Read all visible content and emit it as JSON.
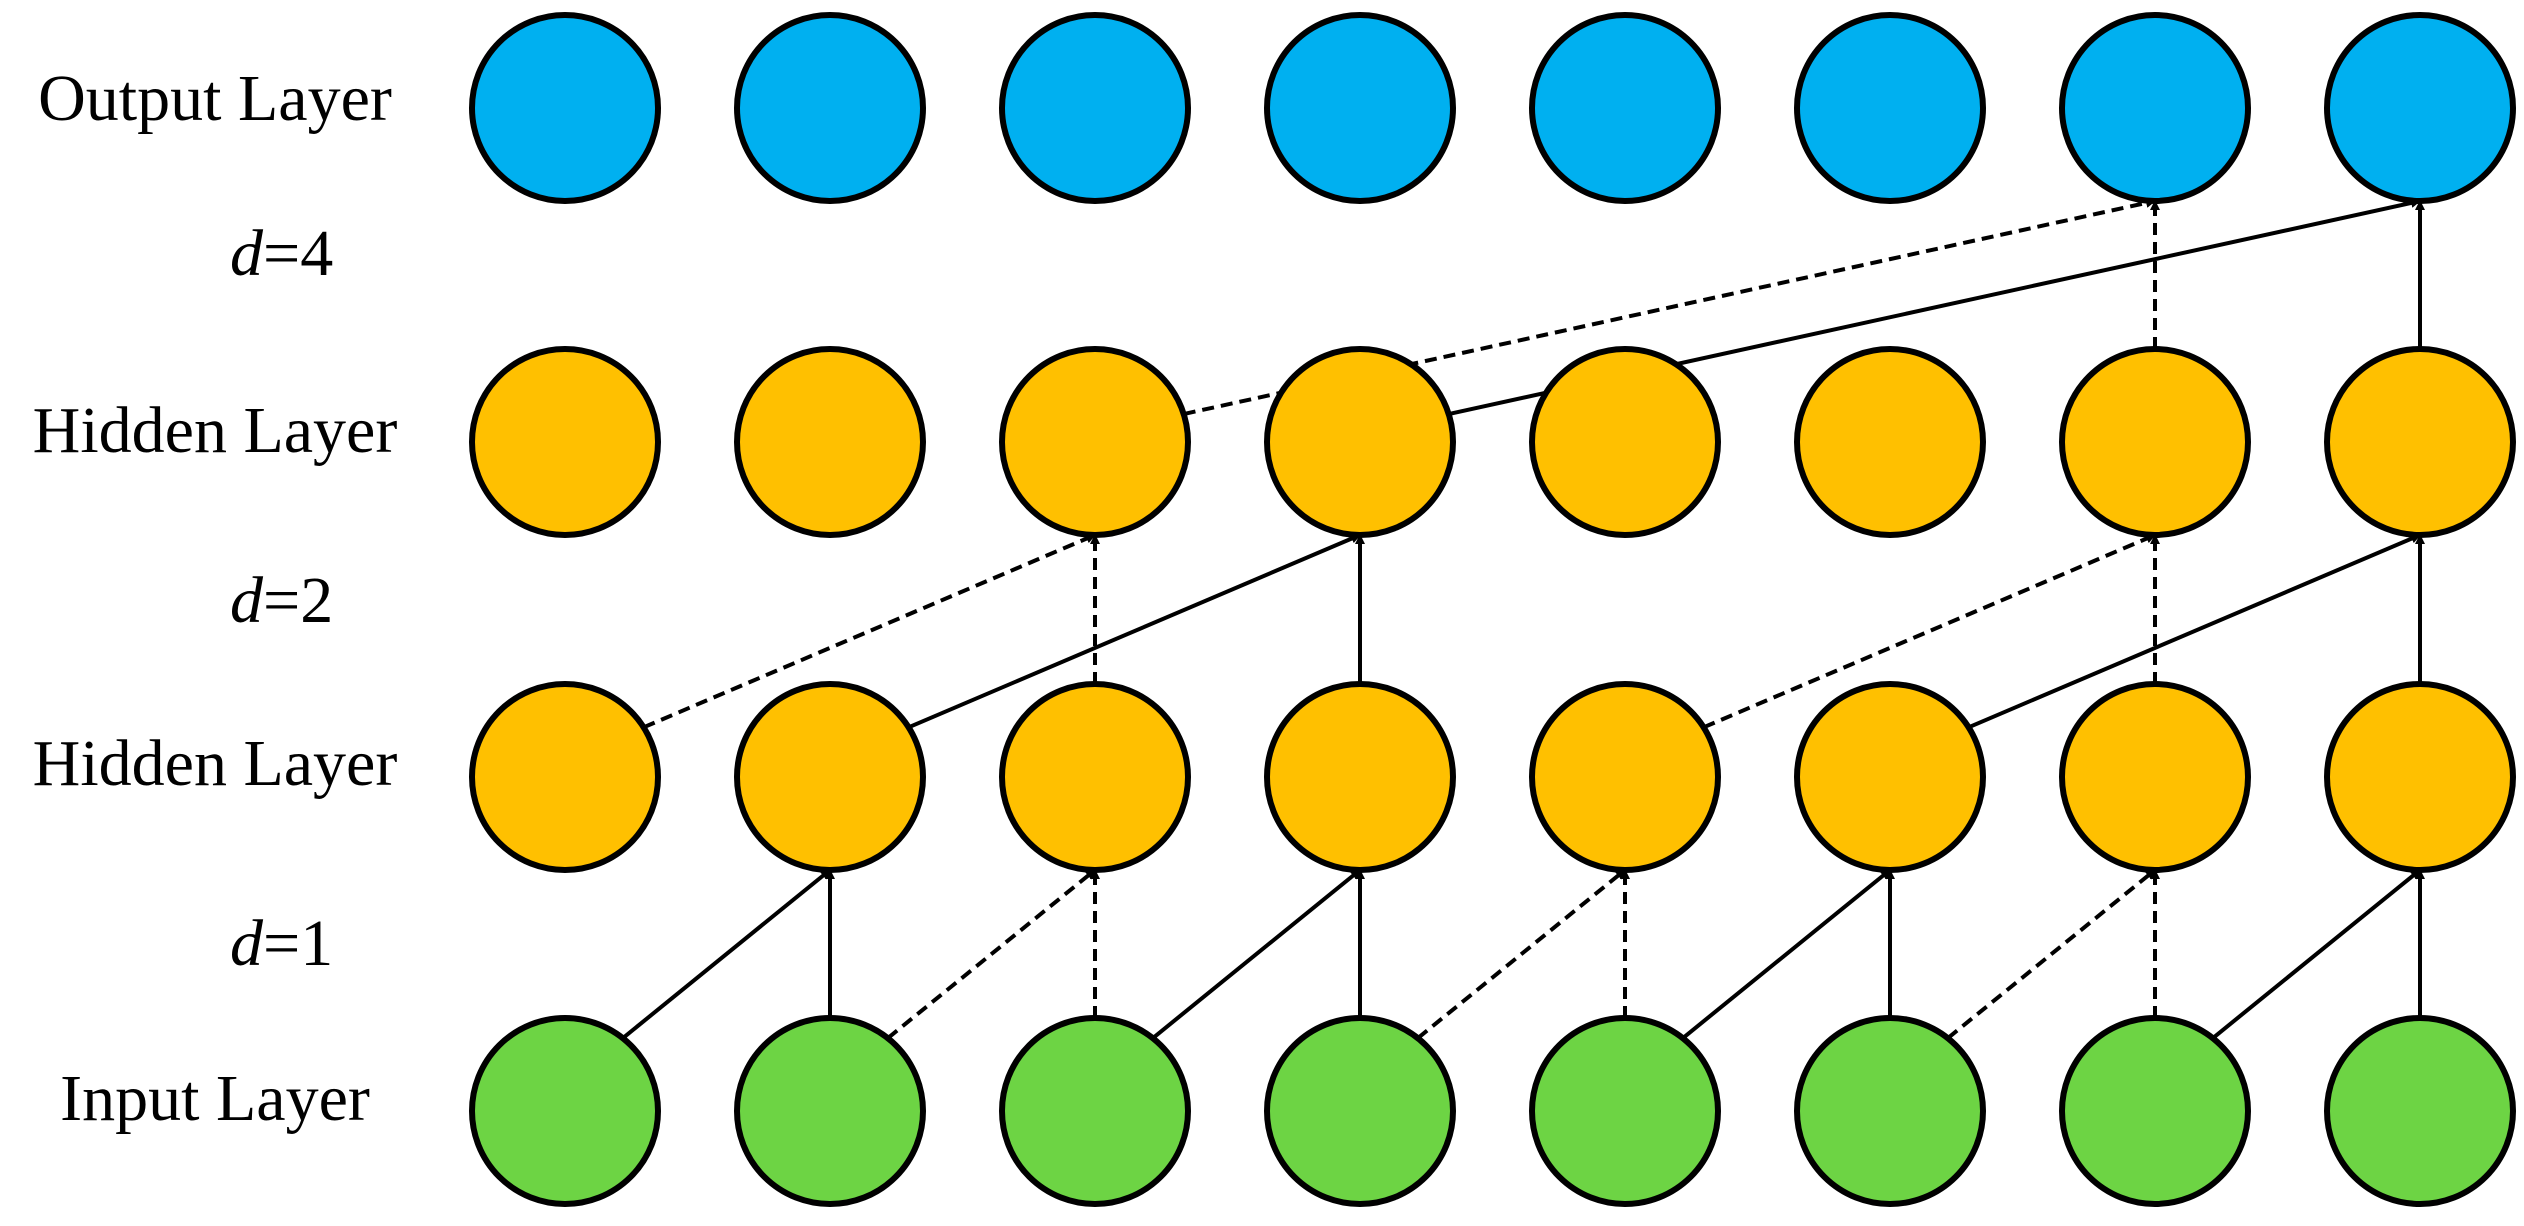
{
  "layers": [
    {
      "key": "output",
      "label": "Output Layer",
      "color": "#00B0F0",
      "nodes": 8
    },
    {
      "key": "hidden2",
      "label": "Hidden Layer",
      "color": "#FFC000",
      "nodes": 8
    },
    {
      "key": "hidden1",
      "label": "Hidden Layer",
      "color": "#FFC000",
      "nodes": 8
    },
    {
      "key": "input",
      "label": "Input Layer",
      "color": "#6DD444",
      "nodes": 8
    }
  ],
  "dilations": [
    {
      "var": "d",
      "value": "=4"
    },
    {
      "var": "d",
      "value": "=2"
    },
    {
      "var": "d",
      "value": "=1"
    }
  ],
  "connections": {
    "input_to_hidden1": [
      {
        "from": 0,
        "to": 1,
        "style": "solid"
      },
      {
        "from": 1,
        "to": 1,
        "style": "solid"
      },
      {
        "from": 1,
        "to": 2,
        "style": "dashed"
      },
      {
        "from": 2,
        "to": 2,
        "style": "dashed"
      },
      {
        "from": 2,
        "to": 3,
        "style": "solid"
      },
      {
        "from": 3,
        "to": 3,
        "style": "solid"
      },
      {
        "from": 3,
        "to": 4,
        "style": "dashed"
      },
      {
        "from": 4,
        "to": 4,
        "style": "dashed"
      },
      {
        "from": 4,
        "to": 5,
        "style": "solid"
      },
      {
        "from": 5,
        "to": 5,
        "style": "solid"
      },
      {
        "from": 5,
        "to": 6,
        "style": "dashed"
      },
      {
        "from": 6,
        "to": 6,
        "style": "dashed"
      },
      {
        "from": 6,
        "to": 7,
        "style": "solid"
      },
      {
        "from": 7,
        "to": 7,
        "style": "solid"
      }
    ],
    "hidden1_to_hidden2": [
      {
        "from": 0,
        "to": 2,
        "style": "dashed"
      },
      {
        "from": 2,
        "to": 2,
        "style": "dashed"
      },
      {
        "from": 1,
        "to": 3,
        "style": "solid"
      },
      {
        "from": 3,
        "to": 3,
        "style": "solid"
      },
      {
        "from": 4,
        "to": 6,
        "style": "dashed"
      },
      {
        "from": 6,
        "to": 6,
        "style": "dashed"
      },
      {
        "from": 5,
        "to": 7,
        "style": "solid"
      },
      {
        "from": 7,
        "to": 7,
        "style": "solid"
      }
    ],
    "hidden2_to_output": [
      {
        "from": 2,
        "to": 6,
        "style": "dashed"
      },
      {
        "from": 6,
        "to": 6,
        "style": "dashed"
      },
      {
        "from": 3,
        "to": 7,
        "style": "solid"
      },
      {
        "from": 7,
        "to": 7,
        "style": "solid"
      }
    ]
  }
}
